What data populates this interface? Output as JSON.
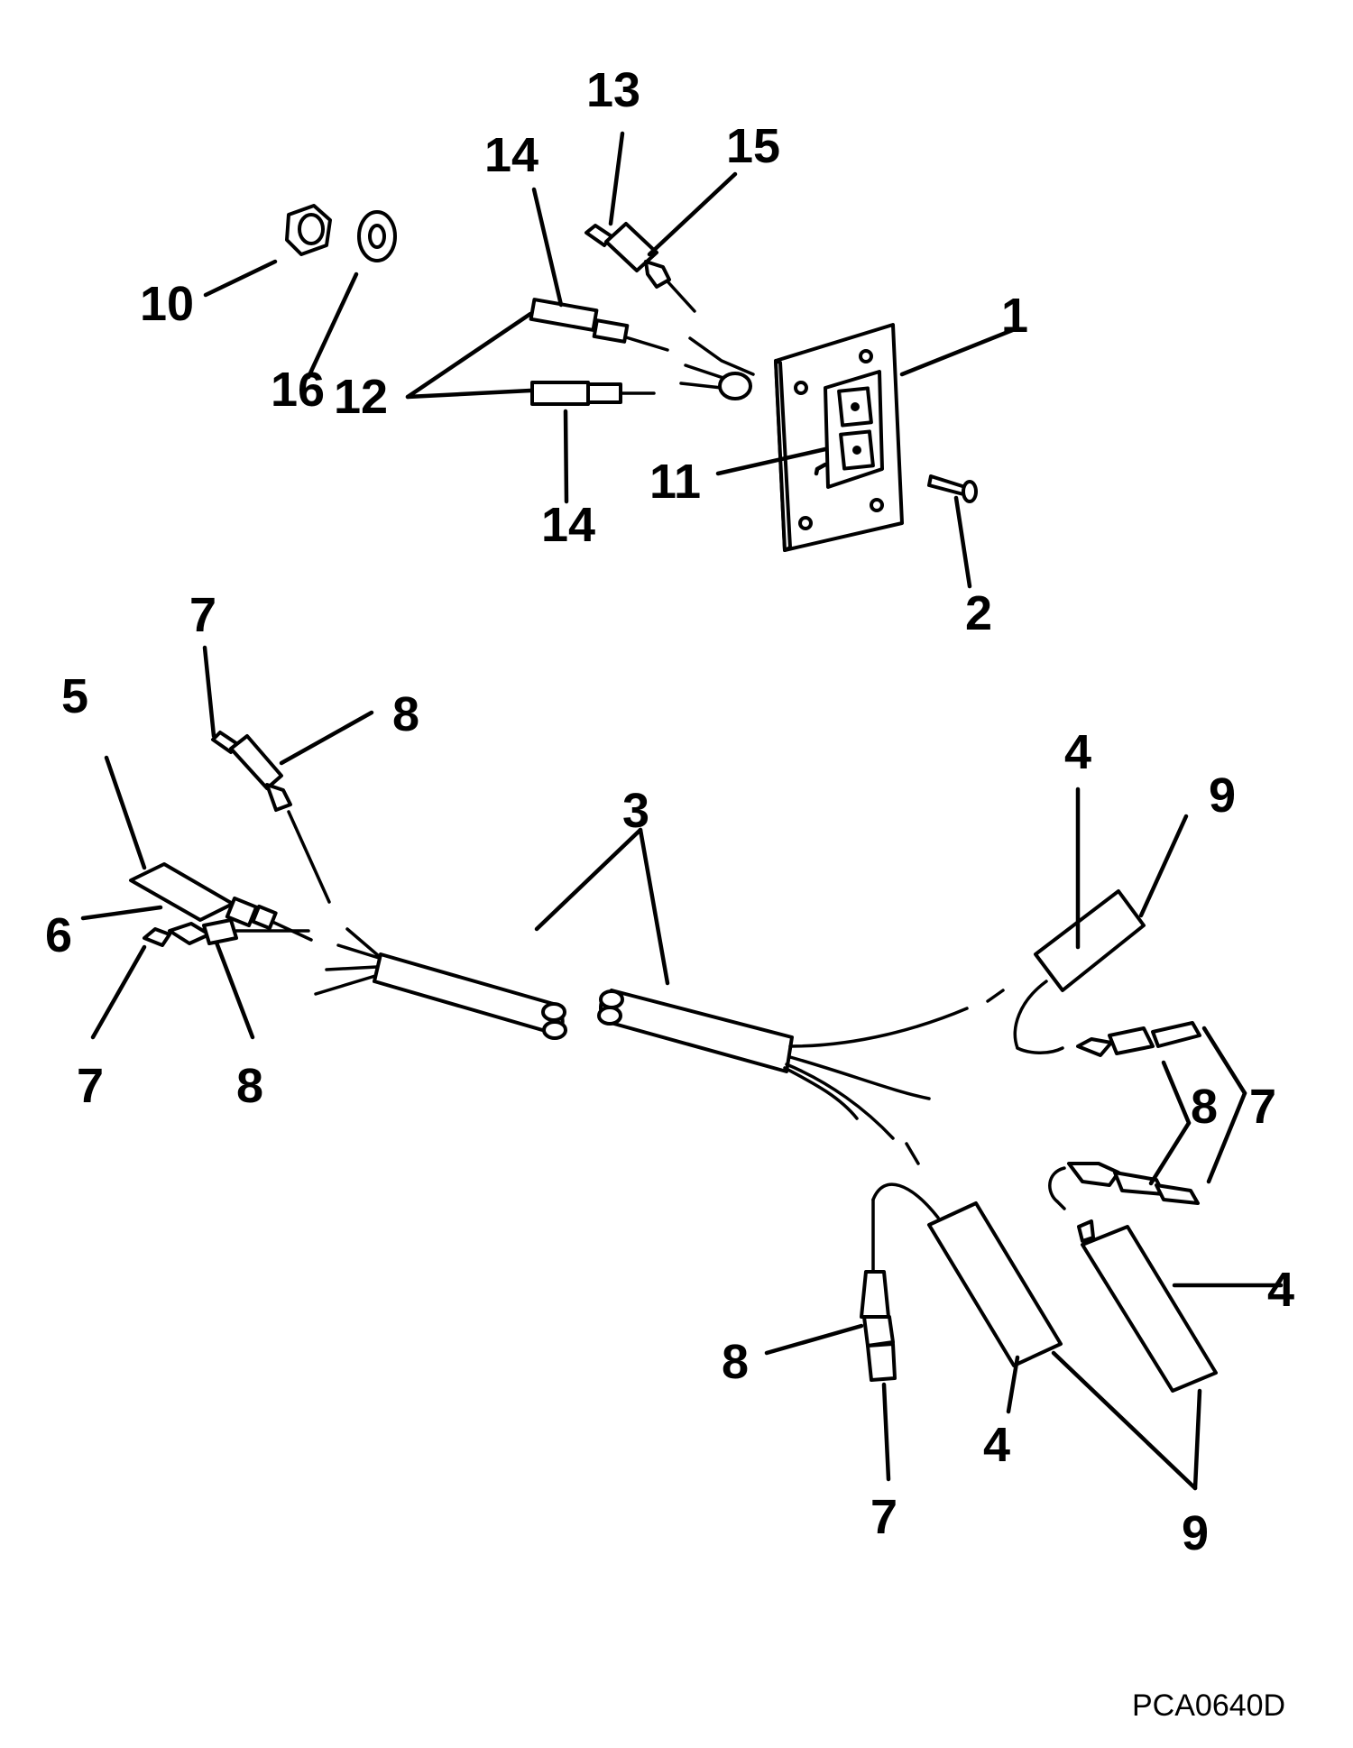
{
  "drawing_code": "PCA0640D",
  "callouts": {
    "c1": "1",
    "c2": "2",
    "c3": "3",
    "c4a": "4",
    "c4b": "4",
    "c4c": "4",
    "c5": "5",
    "c6": "6",
    "c7a": "7",
    "c7b": "7",
    "c7c": "7",
    "c7d": "7",
    "c8a": "8",
    "c8b": "8",
    "c8c": "8",
    "c8d": "8",
    "c9a": "9",
    "c9b": "9",
    "c10": "10",
    "c11": "11",
    "c12": "12",
    "c13": "13",
    "c14a": "14",
    "c14b": "14",
    "c15": "15",
    "c16": "16"
  }
}
